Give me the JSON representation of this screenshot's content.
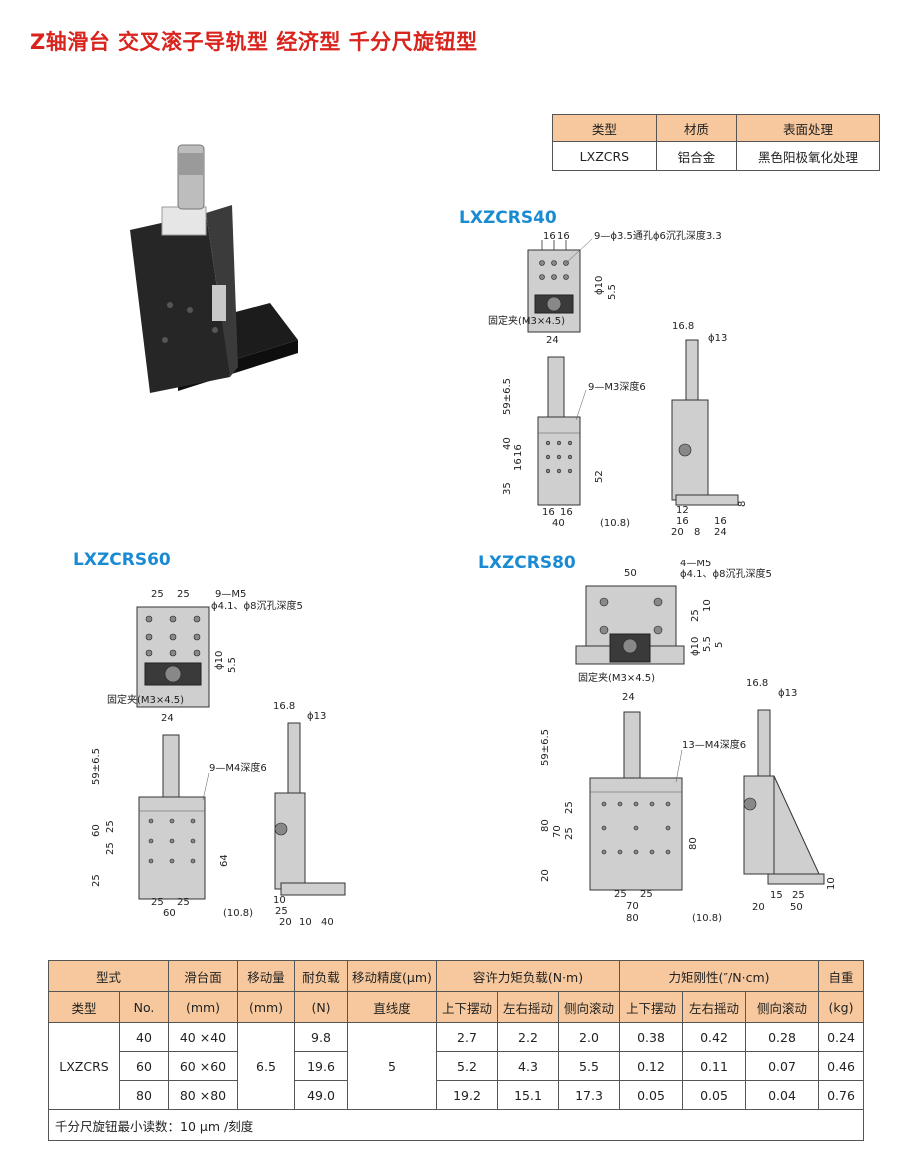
{
  "title": "Z轴滑台 交叉滚子导轨型 经济型 千分尺旋钮型",
  "material_table": {
    "headers": [
      "类型",
      "材质",
      "表面处理"
    ],
    "row": [
      "LXZCRS",
      "铝合金",
      "黑色阳极氧化处理"
    ]
  },
  "drawings": {
    "lxzcrs40": {
      "label": "LXZCRS40",
      "dims": [
        "16",
        "16",
        "9—ϕ3.5通孔ϕ6沉孔深度3.3",
        "ϕ10",
        "5.5",
        "固定夹(M3×4.5)",
        "24",
        "59±6.5",
        "9—M3深度6",
        "40",
        "16",
        "16",
        "35",
        "52",
        "16",
        "16",
        "40",
        "(10.8)",
        "16.8",
        "ϕ13",
        "8",
        "12",
        "16",
        "16",
        "20",
        "8",
        "24"
      ]
    },
    "lxzcrs60": {
      "label": "LXZCRS60",
      "dims": [
        "25",
        "25",
        "9—M5",
        "ϕ4.1、ϕ8沉孔深度5",
        "ϕ10",
        "5.5",
        "固定夹(M3×4.5)",
        "24",
        "59±6.5",
        "9—M4深度6",
        "60",
        "25",
        "25",
        "25",
        "64",
        "25",
        "25",
        "60",
        "(10.8)",
        "16.8",
        "ϕ13",
        "10",
        "25",
        "20",
        "10",
        "40"
      ]
    },
    "lxzcrs80": {
      "label": "LXZCRS80",
      "dims": [
        "50",
        "4—M5",
        "ϕ4.1、ϕ8沉孔深度5",
        "25",
        "10",
        "ϕ10",
        "5.5",
        "5",
        "固定夹(M3×4.5)",
        "24",
        "59±6.5",
        "13—M4深度6",
        "80",
        "70",
        "25",
        "25",
        "80",
        "20",
        "25",
        "25",
        "70",
        "80",
        "(10.8)",
        "16.8",
        "ϕ13",
        "10",
        "15",
        "25",
        "20",
        "50"
      ]
    }
  },
  "spec_table": {
    "header_row1": [
      "型式",
      "滑台面",
      "移动量",
      "耐负载",
      "移动精度(μm)",
      "容许力矩负载(N·m)",
      "力矩刚性(″/N·cm)",
      "自重"
    ],
    "header_row2": [
      "类型",
      "No.",
      "(mm)",
      "(mm)",
      "(N)",
      "直线度",
      "上下摆动",
      "左右摇动",
      "侧向滚动",
      "上下摆动",
      "左右摇动",
      "侧向滚动",
      "(kg)"
    ],
    "type": "LXZCRS",
    "travel": "6.5",
    "straightness": "5",
    "rows": [
      {
        "no": "40",
        "face": "40 ×40",
        "load": "9.8",
        "m1": "2.7",
        "m2": "2.2",
        "m3": "2.0",
        "r1": "0.38",
        "r2": "0.42",
        "r3": "0.28",
        "weight": "0.24"
      },
      {
        "no": "60",
        "face": "60 ×60",
        "load": "19.6",
        "m1": "5.2",
        "m2": "4.3",
        "m3": "5.5",
        "r1": "0.12",
        "r2": "0.11",
        "r3": "0.07",
        "weight": "0.46"
      },
      {
        "no": "80",
        "face": "80 ×80",
        "load": "49.0",
        "m1": "19.2",
        "m2": "15.1",
        "m3": "17.3",
        "r1": "0.05",
        "r2": "0.05",
        "r3": "0.04",
        "weight": "0.76"
      }
    ],
    "footnote": "千分尺旋钮最小读数：10 μm /刻度"
  },
  "colors": {
    "title": "#d9231d",
    "model_label": "#1a8bd3",
    "table_header": "#f7c89d"
  }
}
